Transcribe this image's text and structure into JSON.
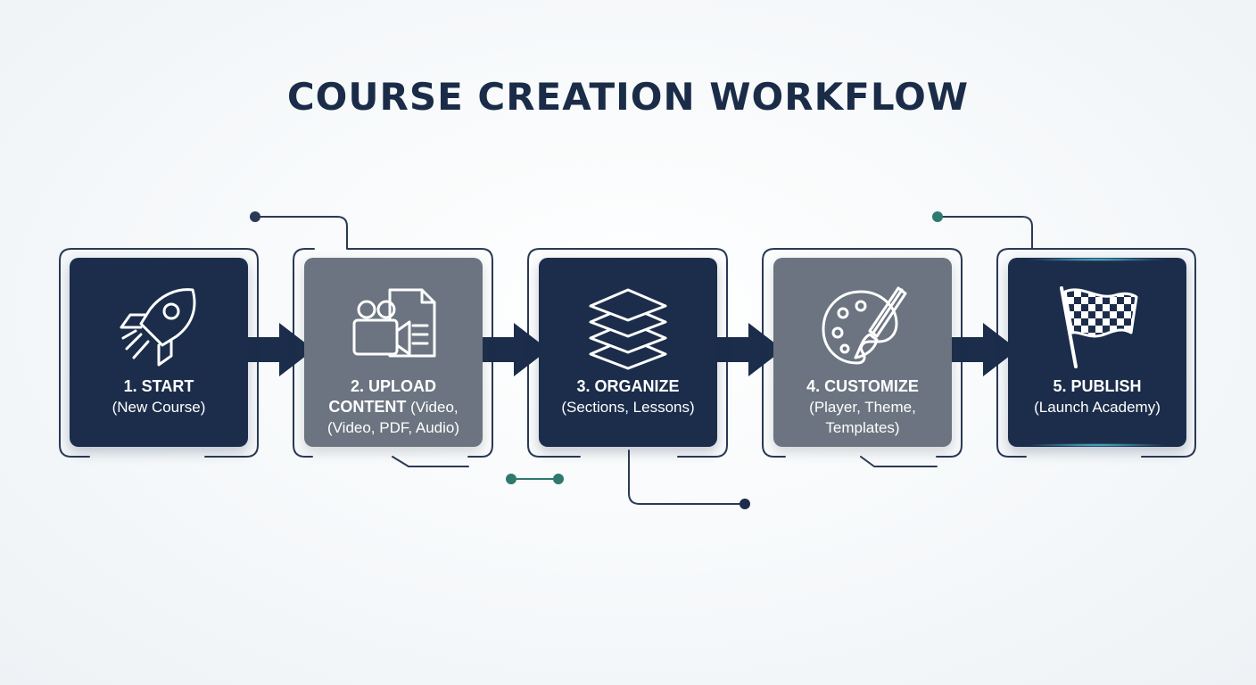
{
  "title": "COURSE CREATION WORKFLOW",
  "colors": {
    "navy": "#1b2d4a",
    "grey": "#6b7480",
    "teal": "#2e7a6e",
    "outline": "#2a3a55"
  },
  "steps": [
    {
      "label": "1. START",
      "detail": "(New Course)",
      "icon": "rocket-icon",
      "tone": "dark"
    },
    {
      "label": "2. UPLOAD",
      "label_cont": "CONTENT",
      "detail_inline": "(Video,",
      "detail": "(Video, PDF, Audio)",
      "icon": "video-document-icon",
      "tone": "grey"
    },
    {
      "label": "3. ORGANIZE",
      "detail": "(Sections, Lessons)",
      "icon": "layers-icon",
      "tone": "dark"
    },
    {
      "label": "4. CUSTOMIZE",
      "detail": "(Player, Theme,",
      "detail_cont": "Templates)",
      "icon": "palette-brush-icon",
      "tone": "grey"
    },
    {
      "label": "5. PUBLISH",
      "detail": "(Launch Academy)",
      "icon": "checkered-flag-icon",
      "tone": "dark"
    }
  ]
}
